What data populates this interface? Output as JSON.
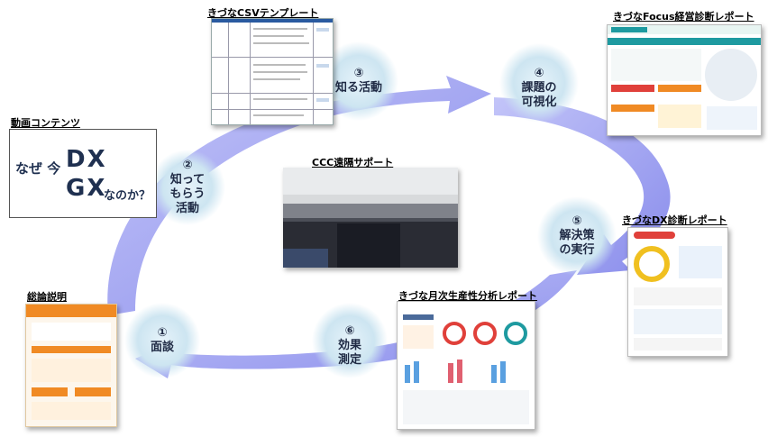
{
  "sections": {
    "video_contents": "動画コンテンツ",
    "csv_template": "きづなCSVテンプレート",
    "focus_report": "きづなFocus経営診断レポート",
    "dx_report": "きづなDX診断レポート",
    "remote_support": "CCC遠隔サポート",
    "monthly_report": "きづな月次生産性分析レポート",
    "overview": "総論説明"
  },
  "video": {
    "prefix": "なぜ 今",
    "dx": "DX",
    "gx": "GX",
    "suffix": "なのか？"
  },
  "steps": [
    {
      "num": "①",
      "label": "面談"
    },
    {
      "num": "②",
      "label1": "知って",
      "label2": "もらう",
      "label3": "活動"
    },
    {
      "num": "③",
      "label": "知る活動"
    },
    {
      "num": "④",
      "label1": "課題の",
      "label2": "可視化"
    },
    {
      "num": "⑤",
      "label1": "解決策",
      "label2": "の実行"
    },
    {
      "num": "⑥",
      "label1": "効果",
      "label2": "測定"
    }
  ],
  "colors": {
    "arrow": "#8b8ff0",
    "bubble": "#cfe6f2",
    "accent_orange": "#f08a24",
    "accent_teal": "#1e9aa0",
    "accent_red": "#e0403a"
  }
}
